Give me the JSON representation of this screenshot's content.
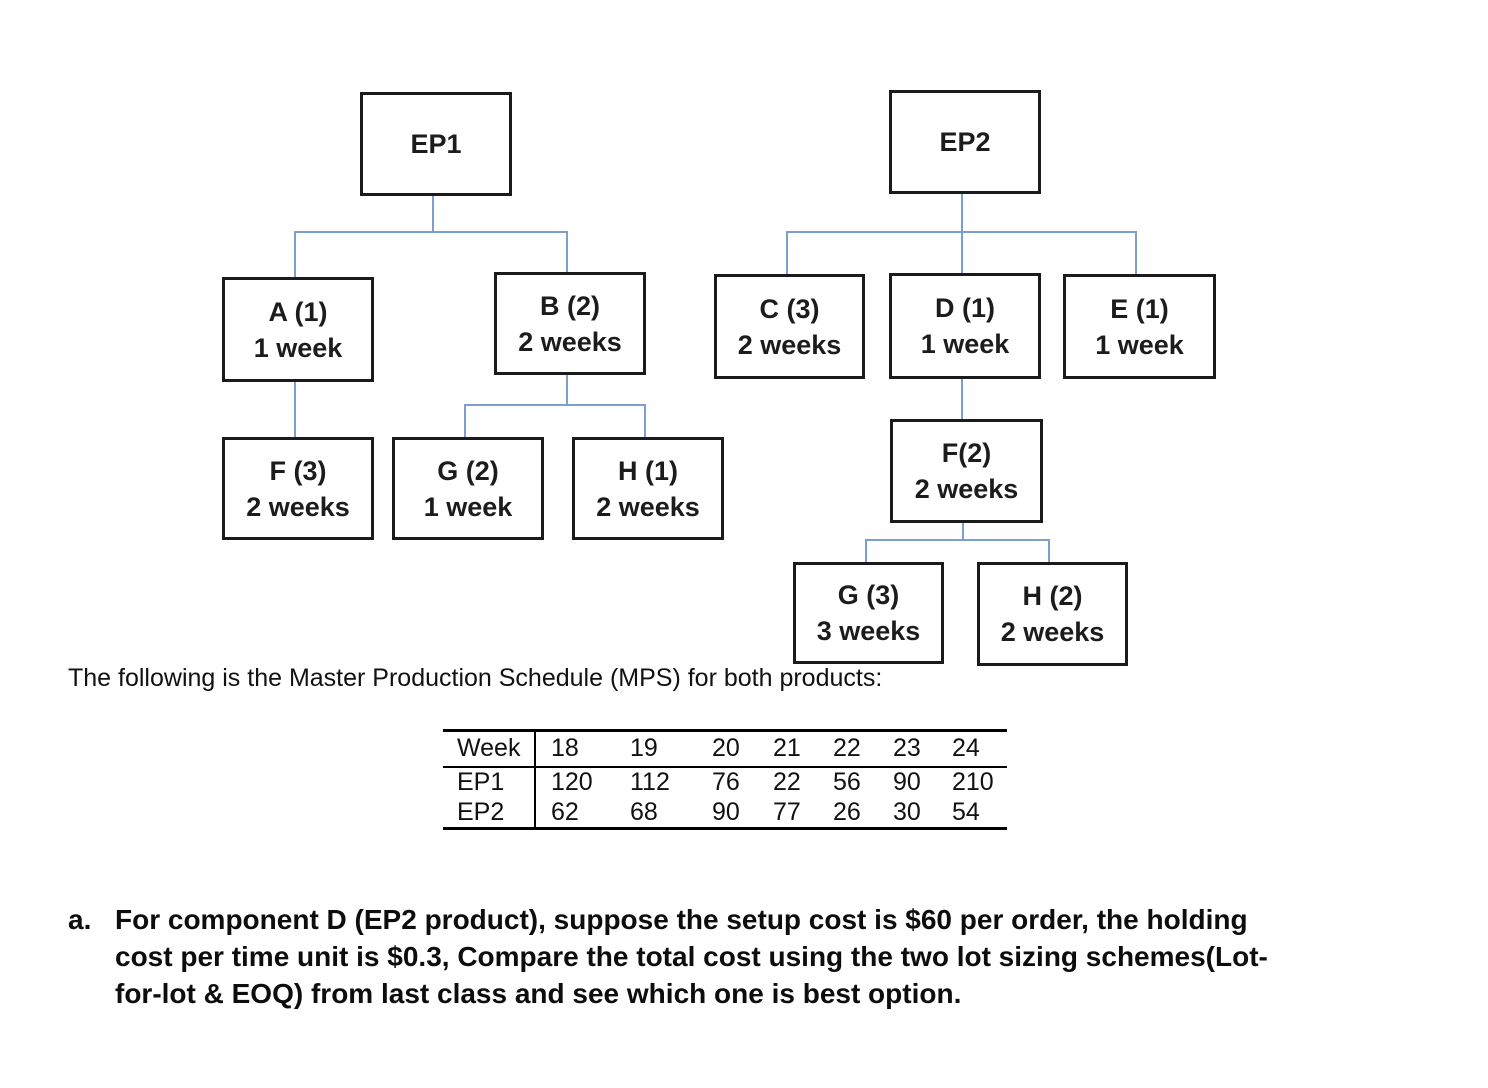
{
  "intro_text": "The following is the Master Production Schedule (MPS) for both products:",
  "bom": {
    "nodes": {
      "ep1": {
        "line1": "EP1"
      },
      "ep2": {
        "line1": "EP2"
      },
      "a": {
        "line1": "A (1)",
        "line2": "1 week"
      },
      "b": {
        "line1": "B (2)",
        "line2": "2 weeks"
      },
      "c": {
        "line1": "C (3)",
        "line2": "2 weeks"
      },
      "d": {
        "line1": "D (1)",
        "line2": "1 week"
      },
      "e": {
        "line1": "E (1)",
        "line2": "1 week"
      },
      "f3": {
        "line1": "F (3)",
        "line2": "2 weeks"
      },
      "g2": {
        "line1": "G (2)",
        "line2": "1 week"
      },
      "h1": {
        "line1": "H (1)",
        "line2": "2 weeks"
      },
      "f2": {
        "line1": "F(2)",
        "line2": "2 weeks"
      },
      "g3": {
        "line1": "G (3)",
        "line2": "3 weeks"
      },
      "h2": {
        "line1": "H (2)",
        "line2": "2 weeks"
      }
    }
  },
  "chart_data": {
    "type": "table",
    "title": "Master Production Schedule (MPS)",
    "xlabel": "Week",
    "categories": [
      "18",
      "19",
      "20",
      "21",
      "22",
      "23",
      "24"
    ],
    "series": [
      {
        "name": "EP1",
        "values": [
          120,
          112,
          76,
          22,
          56,
          90,
          210
        ]
      },
      {
        "name": "EP2",
        "values": [
          62,
          68,
          90,
          77,
          26,
          30,
          54
        ]
      }
    ]
  },
  "question": {
    "marker": "a.",
    "lines": [
      "For component D (EP2 product), suppose the setup cost is $60 per order, the holding",
      "cost per time unit is $0.3, Compare the total cost using the two lot sizing schemes(Lot-",
      "for-lot & EOQ) from last class and see which one is best option."
    ]
  }
}
